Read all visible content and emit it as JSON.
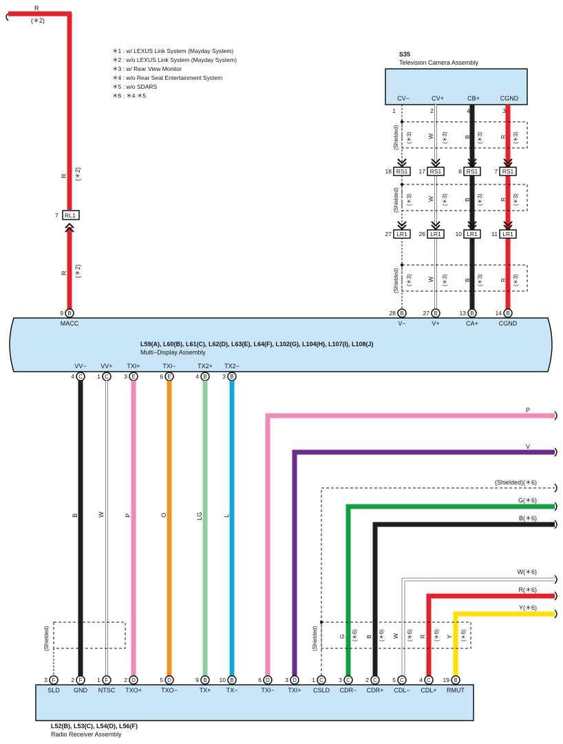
{
  "notes": [
    "＊1 : w/ LEXUS Link System (Mayday System)",
    "＊2 : w/o LEXUS Link System (Mayday System)",
    "＊3 : w/ Rear View Monitor",
    "＊4 : w/o Rear Seat Entertainment System",
    "＊5 : w/o SDARS",
    "＊6 : ＊4 ＊5"
  ],
  "top_left": {
    "wire_color": "R",
    "cond": "(＊2)",
    "conn_pin": "7",
    "conn_name": "RL1"
  },
  "camera": {
    "code": "S35",
    "name": "Television Camera Assembly",
    "terminals": [
      {
        "label": "CV−",
        "pin": "1"
      },
      {
        "label": "CV+",
        "pin": "2"
      },
      {
        "label": "CB+",
        "pin": "4"
      },
      {
        "label": "CGND",
        "pin": "3"
      }
    ]
  },
  "rs1_pins": [
    "18",
    "17",
    "6",
    "7"
  ],
  "lr1_pins": [
    "27",
    "26",
    "10",
    "11"
  ],
  "rs1_name": "RS1",
  "lr1_name": "LR1",
  "shielded": "(Shielded)",
  "cond3": "(＊3)",
  "cond2": "(＊2)",
  "cond6": "(＊6)",
  "cam_wire_colors": [
    "W",
    "B",
    "R"
  ],
  "display": {
    "codes": "L59(A), L60(B), L61(C), L62(D), L63(E), L64(F), L102(G), L104(H), L107(I), L108(J)",
    "name": "Multi−Display Assembly",
    "top_terms": [
      {
        "pin": "9",
        "conn": "B",
        "label": "MACC"
      },
      {
        "pin": "28",
        "conn": "B",
        "label": "V−"
      },
      {
        "pin": "27",
        "conn": "B",
        "label": "V+"
      },
      {
        "pin": "13",
        "conn": "B",
        "label": "CA+"
      },
      {
        "pin": "14",
        "conn": "B",
        "label": "CGND"
      }
    ],
    "bottom_terms": [
      {
        "pin": "4",
        "conn": "C",
        "label": "VV−"
      },
      {
        "pin": "1",
        "conn": "C",
        "label": "VV+"
      },
      {
        "pin": "3",
        "conn": "E",
        "label": "TXI+"
      },
      {
        "pin": "6",
        "conn": "E",
        "label": "TXI−"
      },
      {
        "pin": "4",
        "conn": "B",
        "label": "TX2+"
      },
      {
        "pin": "3",
        "conn": "B",
        "label": "TX2−"
      }
    ]
  },
  "mid_wires": [
    "B",
    "W",
    "P",
    "O",
    "LG",
    "L"
  ],
  "right_wires": [
    {
      "label": "P",
      "color": "#f088b8"
    },
    {
      "label": "V",
      "color": "#6a2a92"
    },
    {
      "label": "(Shielded)(＊6)",
      "color": "#000000"
    },
    {
      "label": "G(＊6)",
      "color": "#10a040"
    },
    {
      "label": "B(＊6)",
      "color": "#1e1e1e"
    },
    {
      "label": "W(＊6)",
      "color": "#888888"
    },
    {
      "label": "R(＊6)",
      "color": "#e8202a"
    },
    {
      "label": "Y(＊6)",
      "color": "#ffe000"
    }
  ],
  "right_vert_labels": [
    "G",
    "B",
    "W",
    "R",
    "Y"
  ],
  "radio": {
    "codes": "L52(B), L53(C), L54(D), L56(F)",
    "name": "Radio Receiver Assembly",
    "terms": [
      {
        "pin": "3",
        "conn": "F",
        "label": "SLD"
      },
      {
        "pin": "2",
        "conn": "F",
        "label": "GND"
      },
      {
        "pin": "1",
        "conn": "F",
        "label": "NTSC"
      },
      {
        "pin": "2",
        "conn": "D",
        "label": "TXO+"
      },
      {
        "pin": "5",
        "conn": "D",
        "label": "TXO−"
      },
      {
        "pin": "9",
        "conn": "B",
        "label": "TX+"
      },
      {
        "pin": "10",
        "conn": "B",
        "label": "TX−"
      },
      {
        "pin": "6",
        "conn": "D",
        "label": "TXI−"
      },
      {
        "pin": "3",
        "conn": "D",
        "label": "TXI+"
      },
      {
        "pin": "1",
        "conn": "C",
        "label": "CSLD"
      },
      {
        "pin": "3",
        "conn": "C",
        "label": "CDR−"
      },
      {
        "pin": "2",
        "conn": "C",
        "label": "CDR+"
      },
      {
        "pin": "5",
        "conn": "C",
        "label": "CDL−"
      },
      {
        "pin": "4",
        "conn": "C",
        "label": "CDL+"
      },
      {
        "pin": "19",
        "conn": "B",
        "label": "RMUT"
      }
    ]
  },
  "colors": {
    "box_fill": "#c8e6f8",
    "red": "#e8202a",
    "black": "#1e1e1e",
    "pink": "#f088b8",
    "orange": "#f0921e",
    "lightgreen": "#8fcf9e",
    "blue": "#14a4e0",
    "purple": "#6a2a92",
    "green": "#10a040",
    "yellow": "#ffe000",
    "white": "#888888"
  }
}
